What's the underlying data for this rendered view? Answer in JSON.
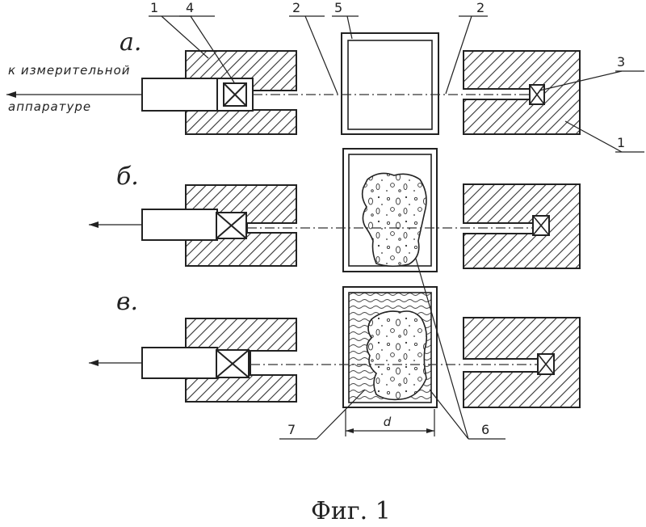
{
  "labels": {
    "row_a": "а.",
    "row_b": "б.",
    "row_c": "в.",
    "side_line1": "к измерительной",
    "side_line2": "аппаратуре",
    "n1_top": "1",
    "n4": "4",
    "n2_left": "2",
    "n5": "5",
    "n2_right": "2",
    "n3": "3",
    "n1_right": "1",
    "n7": "7",
    "d": "d",
    "n6": "6",
    "caption": "Фиг. 1"
  }
}
